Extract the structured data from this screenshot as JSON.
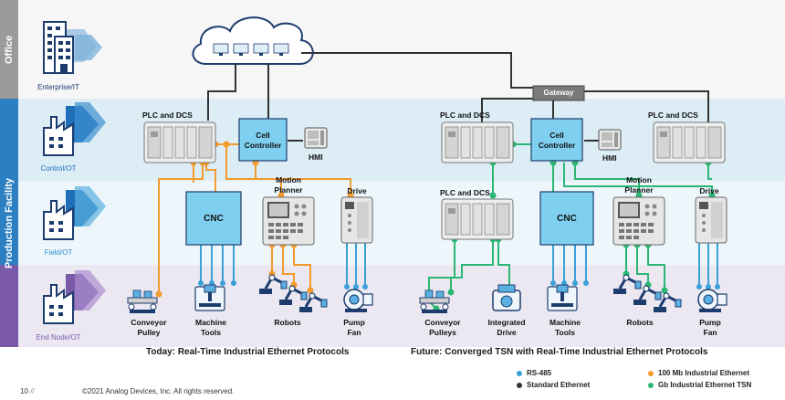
{
  "side_labels": {
    "office": "Office",
    "production": "Production Facility"
  },
  "levels": [
    "Enterprise/IT",
    "Control/OT",
    "Field/OT",
    "End Node/OT"
  ],
  "left": {
    "plc": "PLC and DCS",
    "cell_controller": "Cell\nController",
    "hmi": "HMI",
    "cnc": "CNC",
    "motion_planner": "Motion\nPlanner",
    "drive": "Drive",
    "end_nodes": [
      "Conveyor\nPulley",
      "Machine\nTools",
      "Robots",
      "Pump\nFan"
    ],
    "caption": "Today: Real-Time Industrial Ethernet Protocols"
  },
  "right": {
    "gateway": "Gateway",
    "plc_top_left": "PLC and DCS",
    "plc_top_right": "PLC and DCS",
    "plc_field": "PLC and DCS",
    "cell_controller": "Cell\nController",
    "hmi": "HMI",
    "cnc": "CNC",
    "motion_planner": "Motion\nPlanner",
    "drive": "Drive",
    "end_nodes": [
      "Conveyor\nPulleys",
      "Integrated\nDrive",
      "Machine\nTools",
      "Robots",
      "Pump\nFan"
    ],
    "caption": "Future: Converged TSN with Real-Time Industrial Ethernet Protocols"
  },
  "legend": [
    {
      "label": "RS-485",
      "color": "#3aa0d8"
    },
    {
      "label": "Standard Ethernet",
      "color": "#333333"
    },
    {
      "label": "100 Mb Industrial Ethernet",
      "color": "#f39a2c"
    },
    {
      "label": "Gb Industrial Ethernet TSN",
      "color": "#2bb673"
    }
  ],
  "footer": {
    "page": "10",
    "copyright": "©2021 Analog Devices, Inc. All rights reserved."
  },
  "colors": {
    "rs485": "#3aa0d8",
    "standard": "#333333",
    "ethernet100": "#f39a2c",
    "tsn": "#2bb673",
    "blue_box": "#7fd0f0",
    "office_band": "#f4f4f4",
    "control_band": "#dff0f8",
    "field_band": "#eef7fb",
    "end_band": "#ece9f3"
  },
  "icons": [
    "cloud-icon",
    "enterprise-building-icon",
    "factory-control-icon",
    "factory-field-icon",
    "factory-endnode-icon"
  ]
}
